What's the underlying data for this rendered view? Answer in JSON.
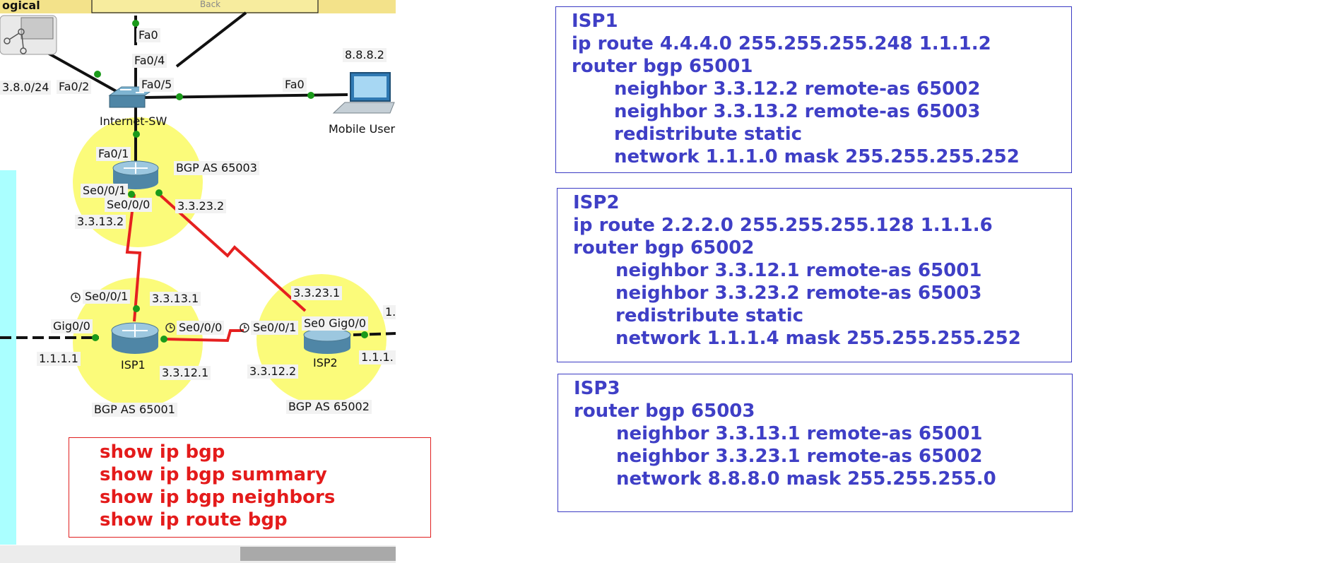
{
  "topology": {
    "title": "ogical",
    "back_label": "Back",
    "switch_name": "Internet-SW",
    "mobile_user": {
      "name": "Mobile User",
      "ip": "8.8.8.2"
    },
    "network_fragment": "3.8.0/24",
    "labels": {
      "fa0_top": "Fa0",
      "fa0_4": "Fa0/4",
      "fa0_2": "Fa0/2",
      "fa0_5": "Fa0/5",
      "fa0_mobile": "Fa0",
      "fa0_1": "Fa0/1",
      "isp3_se0_0_1": "Se0/0/1",
      "isp3_se0_0_0": "Se0/0/0",
      "isp3_ip_13": "3.3.13.2",
      "isp3_ip_23": "3.3.23.2",
      "isp3_as": "BGP AS 65003",
      "isp1_se0_0_1": "Se0/0/1",
      "isp1_ip_13": "3.3.13.1",
      "isp1_gig0_0": "Gig0/0",
      "isp1_se0_0_0": "Se0/0/0",
      "isp1_ip_11": "1.1.1.1",
      "isp1_name": "ISP1",
      "isp1_ip_12": "3.3.12.1",
      "isp1_as": "BGP AS 65001",
      "isp2_se0_0_1": "Se0/0/1",
      "isp2_ip_23": "3.3.23.1",
      "isp2_se0_gig": "Se0 Gig0/0",
      "isp2_ip_12": "3.3.12.2",
      "isp2_name": "ISP2",
      "isp2_ip_11": "1.1.1.",
      "isp2_edge": "1.",
      "isp2_as": "BGP AS 65002"
    }
  },
  "commands": [
    "show ip bgp",
    "show ip bgp summary",
    "show ip bgp neighbors",
    "show ip route bgp"
  ],
  "configs": [
    {
      "lines": [
        {
          "text": "ISP1",
          "indent": false
        },
        {
          "text": "ip route 4.4.4.0 255.255.255.248 1.1.1.2",
          "indent": false
        },
        {
          "text": "router bgp 65001",
          "indent": false
        },
        {
          "text": "neighbor 3.3.12.2 remote-as 65002",
          "indent": true
        },
        {
          "text": "neighbor 3.3.13.2 remote-as 65003",
          "indent": true
        },
        {
          "text": "redistribute static",
          "indent": true
        },
        {
          "text": "network 1.1.1.0 mask 255.255.255.252",
          "indent": true
        }
      ]
    },
    {
      "lines": [
        {
          "text": "ISP2",
          "indent": false
        },
        {
          "text": "ip route 2.2.2.0 255.255.255.128 1.1.1.6",
          "indent": false
        },
        {
          "text": "router bgp 65002",
          "indent": false
        },
        {
          "text": "neighbor 3.3.12.1 remote-as 65001",
          "indent": true
        },
        {
          "text": "neighbor 3.3.23.2 remote-as 65003",
          "indent": true
        },
        {
          "text": "redistribute static",
          "indent": true
        },
        {
          "text": "network 1.1.1.4 mask 255.255.255.252",
          "indent": true
        }
      ]
    },
    {
      "lines": [
        {
          "text": "ISP3",
          "indent": false
        },
        {
          "text": "router bgp 65003",
          "indent": false
        },
        {
          "text": "neighbor 3.3.13.1 remote-as 65001",
          "indent": true
        },
        {
          "text": "neighbor 3.3.23.1 remote-as 65002",
          "indent": true
        },
        {
          "text": "network 8.8.8.0 mask 255.255.255.0",
          "indent": true
        }
      ]
    }
  ],
  "colors": {
    "config_text": "#3f3fc6",
    "command_text": "#e41b1b",
    "serial_link": "#e52020",
    "bgp_area": "#fbfb7a"
  }
}
